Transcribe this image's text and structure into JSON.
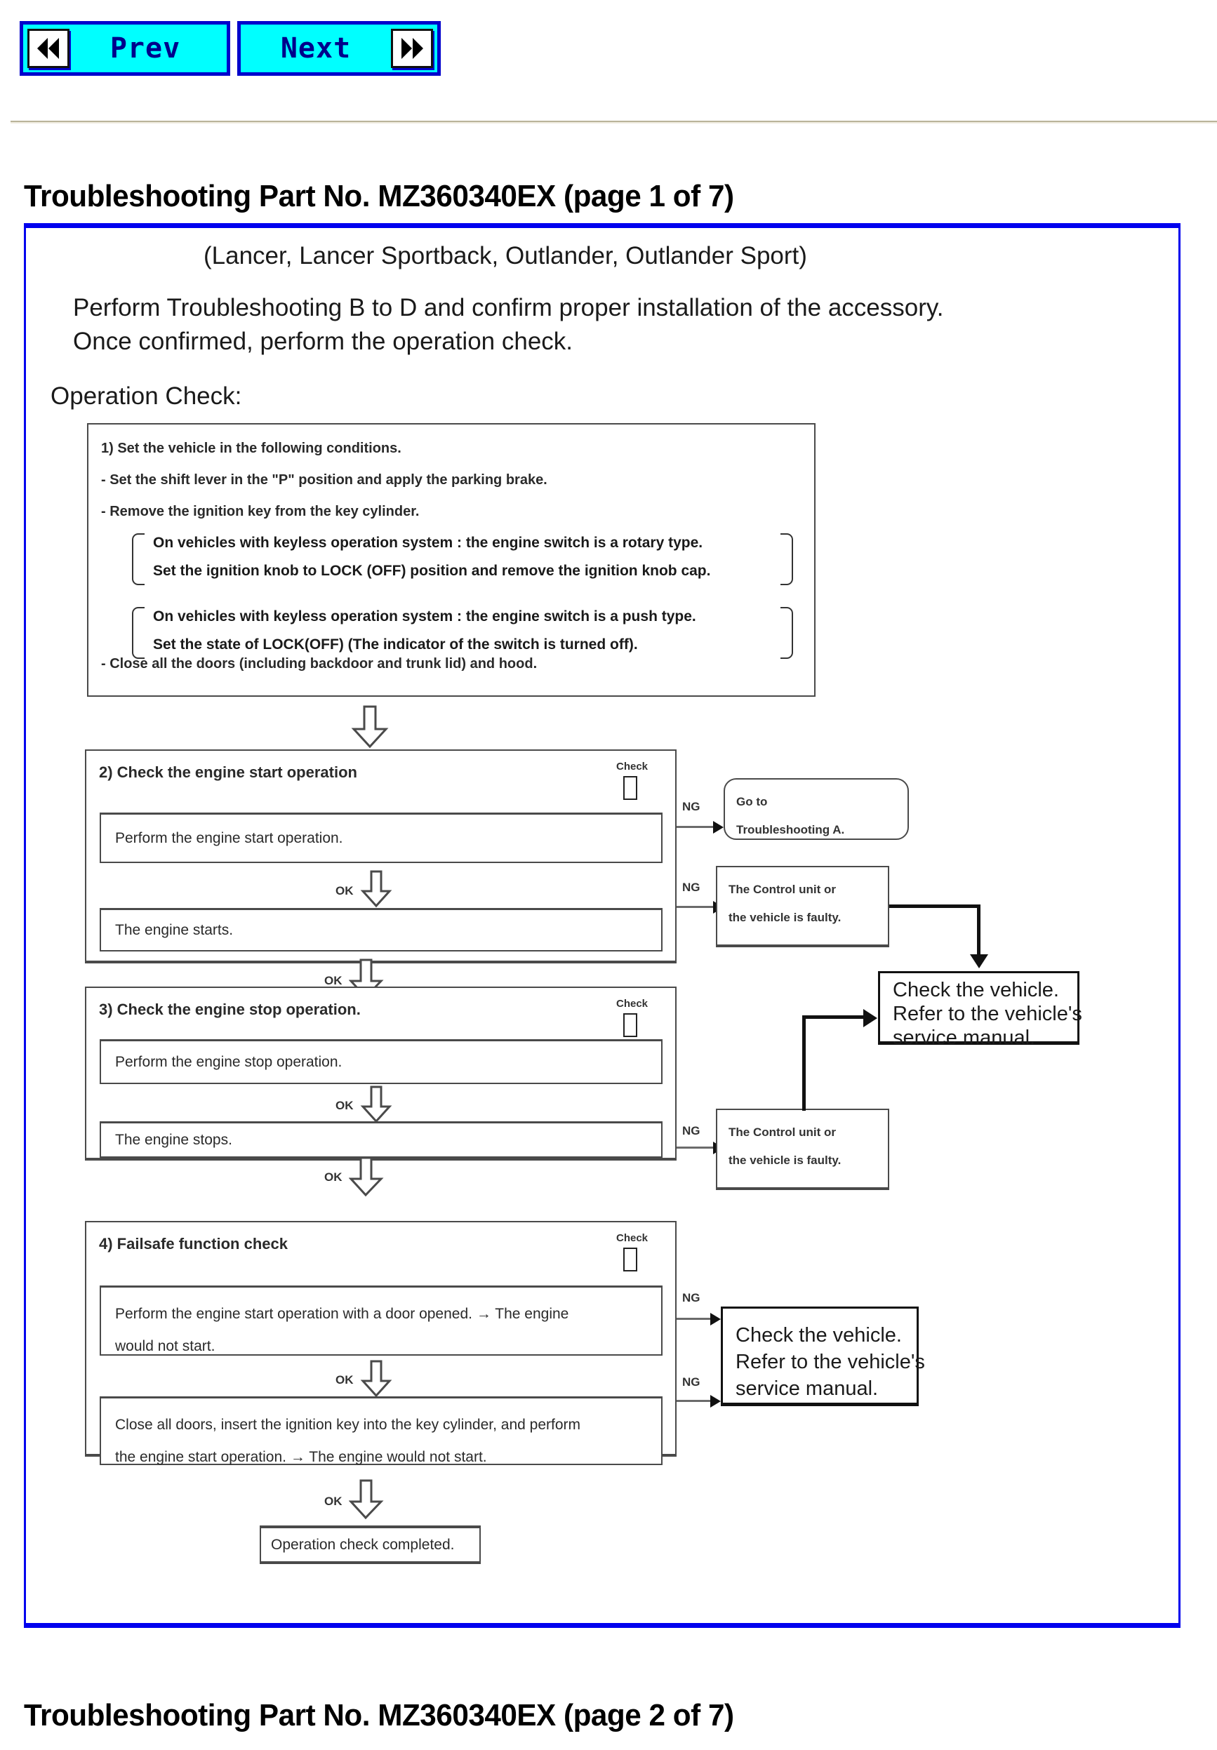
{
  "nav": {
    "prev_label": "Prev",
    "next_label": "Next",
    "prev_icon": "double-left-triangle-icon",
    "next_icon": "double-right-triangle-icon"
  },
  "page_title_top": "Troubleshooting Part No. MZ360340EX (page 1 of 7)",
  "page_title_bottom": "Troubleshooting Part No. MZ360340EX (page 2 of 7)",
  "document": {
    "model_line": "(Lancer, Lancer Sportback, Outlander, Outlander Sport)",
    "intro_line_1": "Perform Troubleshooting B to D and confirm proper installation of the accessory.",
    "intro_line_2": "Once confirmed, perform the operation check.",
    "operation_check_label": "Operation Check:"
  },
  "step1": {
    "heading": "1) Set the vehicle in the following conditions.",
    "bullet_1": "- Set the shift lever in the \"P\" position and apply the parking brake.",
    "bullet_2": "- Remove the ignition key from the key cylinder.",
    "bracket_1_line_1": "On vehicles with keyless operation system : the engine switch is a rotary type.",
    "bracket_1_line_2": "Set the ignition knob to LOCK (OFF) position and remove the ignition knob cap.",
    "bracket_2_line_1": "On vehicles with keyless operation system : the engine switch is a push type.",
    "bracket_2_line_2": "Set the state of LOCK(OFF) (The indicator of the switch is turned off).",
    "bullet_3": "- Close all the doors (including backdoor and trunk lid) and hood."
  },
  "step2": {
    "heading": "2) Check the engine start operation",
    "check_label": "Check",
    "action_1": "Perform the engine start operation.",
    "action_2": "The engine starts.",
    "ok_label": "OK",
    "ng_label_1": "NG",
    "ng_label_2": "NG"
  },
  "step3": {
    "heading": "3) Check the engine stop operation.",
    "check_label": "Check",
    "action_1": "Perform the engine stop operation.",
    "action_2": "The engine stops.",
    "ok_label": "OK",
    "ng_label_1": "NG"
  },
  "step4": {
    "heading": "4) Failsafe function check",
    "check_label": "Check",
    "action_1_line_1": "Perform the engine start operation with a door opened. → The engine",
    "action_1_line_2": "would not start.",
    "action_2_line_1": "Close all doors, insert the ignition key into the key cylinder, and perform",
    "action_2_line_2": "the engine start operation. → The engine would not start.",
    "ok_label": "OK",
    "ng_label_1": "NG",
    "ng_label_2": "NG"
  },
  "flow_ok_labels": {
    "after_step2": "OK",
    "after_step3": "OK",
    "after_step4": "OK"
  },
  "results": {
    "goto_line_1": "Go to",
    "goto_line_2": "Troubleshooting A.",
    "control_unit_line_1": "The Control unit or",
    "control_unit_line_2": "the vehicle is faulty.",
    "check_vehicle_line_1": "Check the vehicle.",
    "check_vehicle_line_2": "Refer to the vehicle's",
    "check_vehicle_line_3": "service manual.",
    "completed": "Operation check completed."
  },
  "colors": {
    "nav_button_fill": "#00ffff",
    "nav_button_border": "#0000cc",
    "nav_label": "#00008B",
    "content_frame_border": "#0000ee",
    "page_background": "#ffffff"
  }
}
